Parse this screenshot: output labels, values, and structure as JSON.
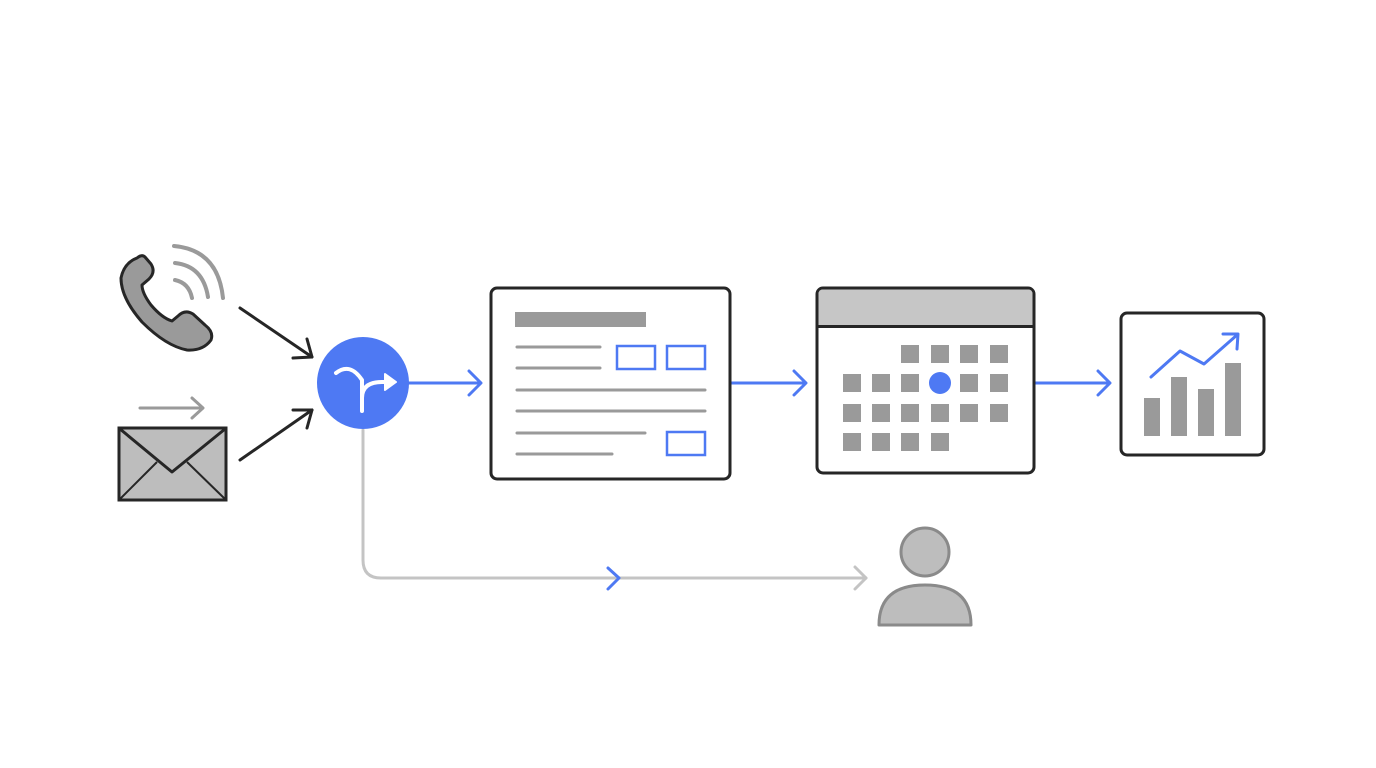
{
  "diagram": {
    "type": "workflow",
    "text_labels": [],
    "nodes": [
      {
        "id": "phone",
        "icon": "phone-call-icon",
        "role": "input-channel"
      },
      {
        "id": "email",
        "icon": "envelope-icon",
        "role": "input-channel"
      },
      {
        "id": "router",
        "icon": "branch-router-icon",
        "role": "router"
      },
      {
        "id": "form",
        "icon": "form-document-icon",
        "role": "step"
      },
      {
        "id": "calendar",
        "icon": "calendar-icon",
        "role": "step"
      },
      {
        "id": "report",
        "icon": "analytics-chart-icon",
        "role": "output"
      },
      {
        "id": "person",
        "icon": "person-icon",
        "role": "fallback-handoff"
      }
    ],
    "edges": [
      {
        "from": "phone",
        "to": "router",
        "style": "dark"
      },
      {
        "from": "email",
        "to": "router",
        "style": "dark"
      },
      {
        "from": "router",
        "to": "form",
        "style": "accent"
      },
      {
        "from": "form",
        "to": "calendar",
        "style": "accent"
      },
      {
        "from": "calendar",
        "to": "report",
        "style": "accent"
      },
      {
        "from": "router",
        "to": "person",
        "style": "muted"
      }
    ]
  },
  "colors": {
    "accent": "#4e79f3",
    "dark_stroke": "#262626",
    "gray_fill": "#9a9a9a",
    "light_gray_fill": "#c6c6c6",
    "muted_line": "#c4c4c4",
    "background": "#ffffff"
  }
}
